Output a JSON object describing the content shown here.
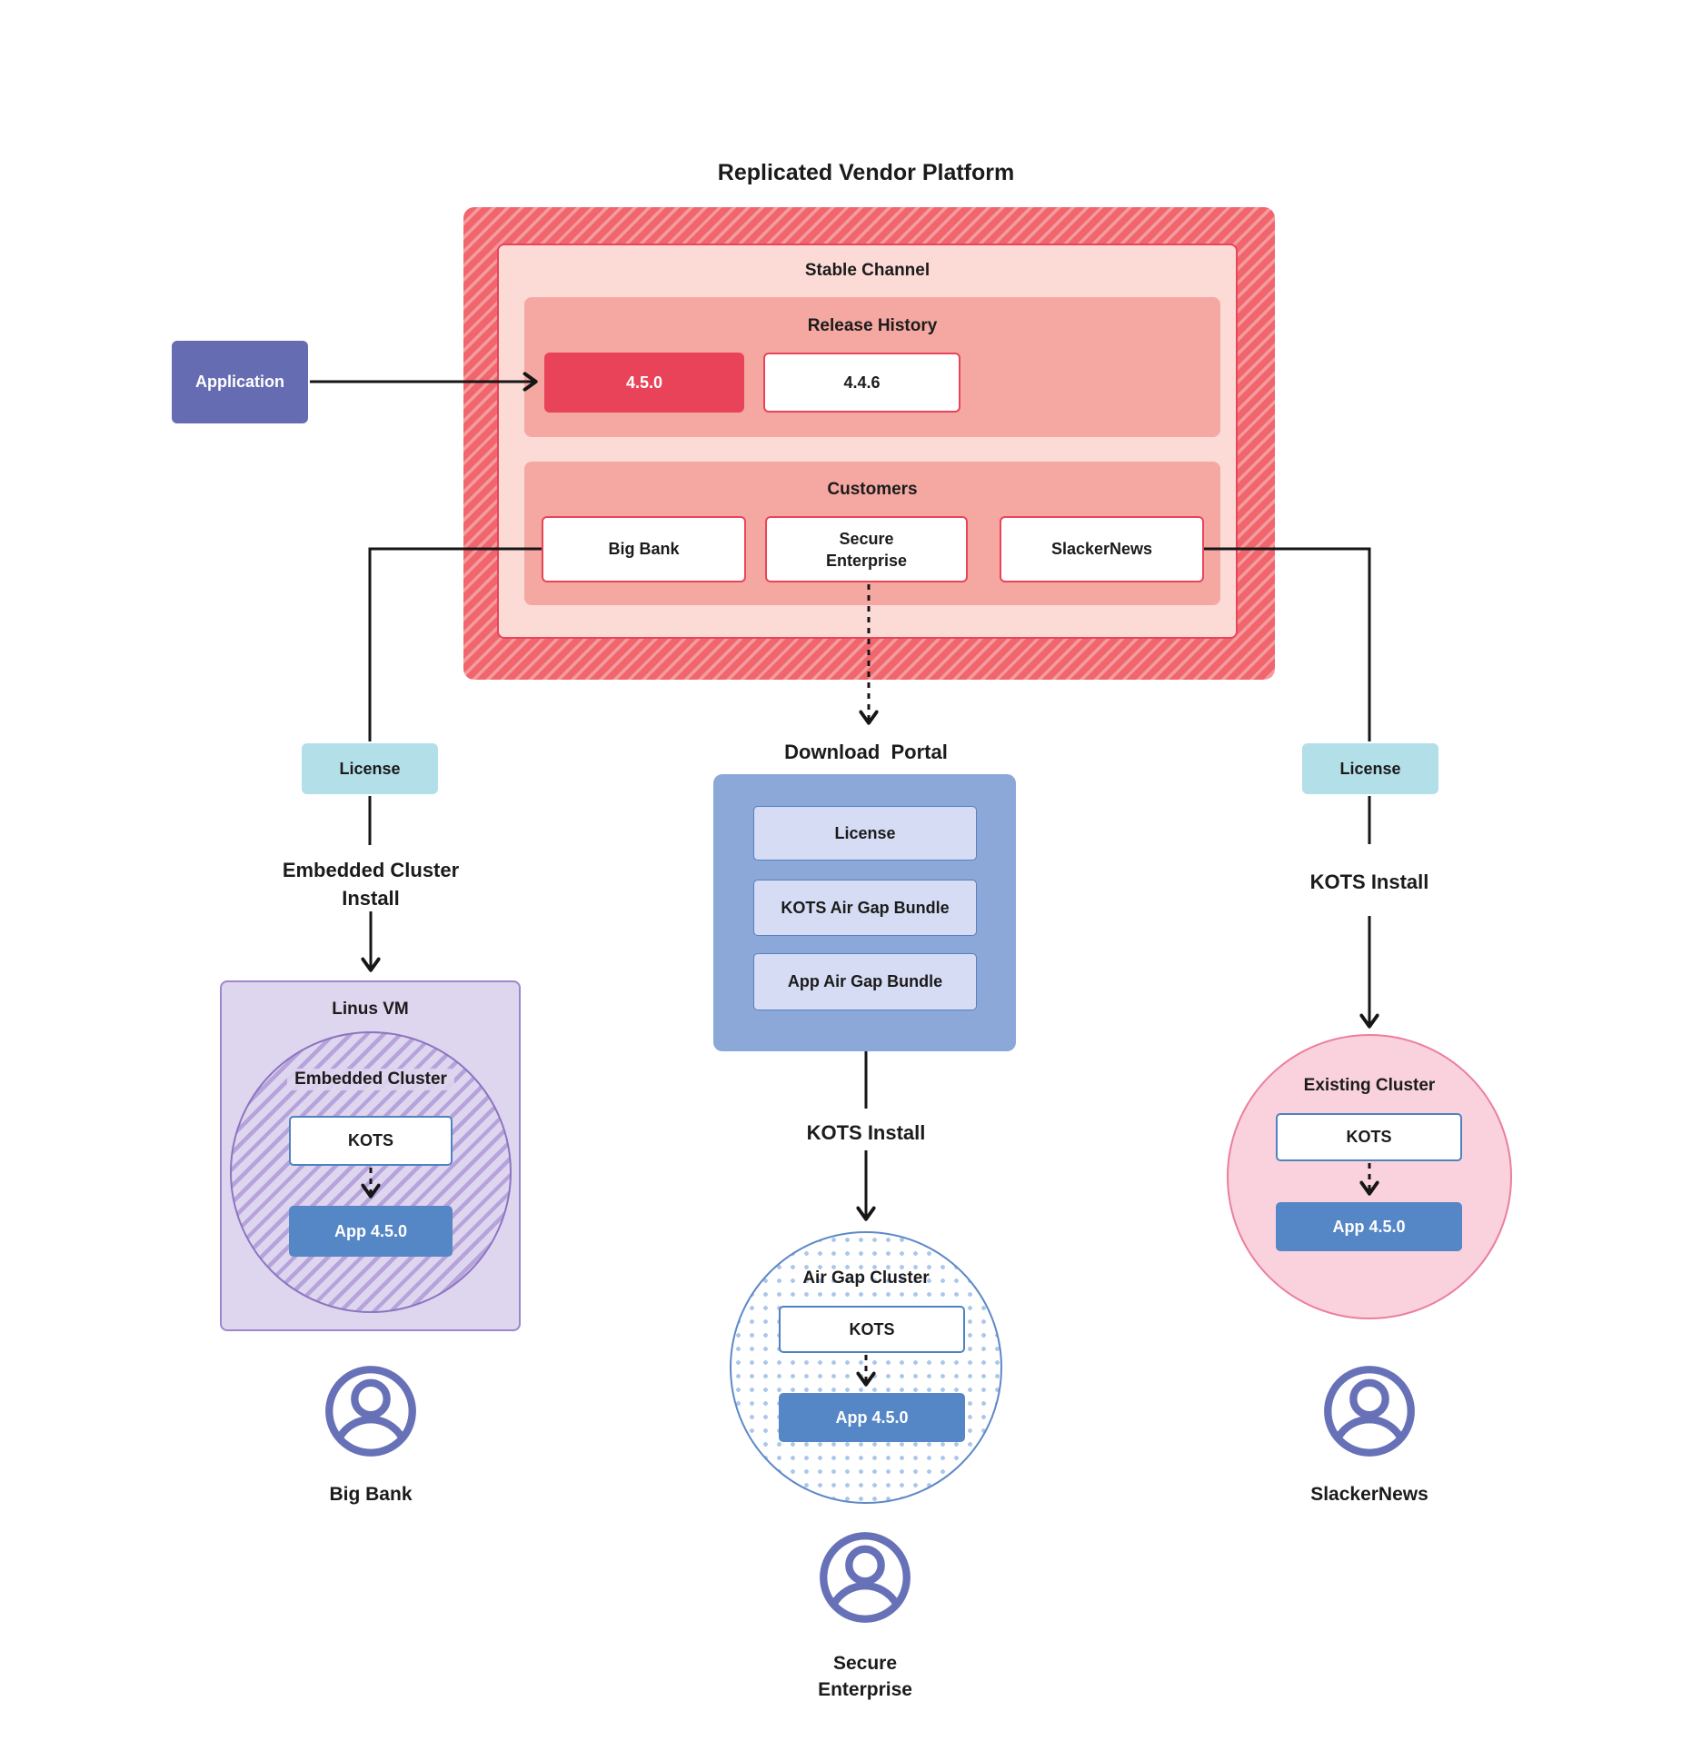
{
  "title": "Replicated Vendor Platform",
  "colors": {
    "accent_red": "#e8445a",
    "hatch_red_base": "#f0666c",
    "hatch_red_stripe": "#f59b9e",
    "panel_pink_light": "#fcdbd7",
    "panel_pink_mid": "#f5a8a1",
    "indigo": "#666cb2",
    "teal": "#b2dfe8",
    "lavender_panel": "#ded5ee",
    "purple_border": "#8d74c1",
    "portal_blue": "#8ba8d8",
    "bundle_blue_light": "#d6dcf3",
    "kots_border_blue": "#4f82c0",
    "app_blue": "#5586c5",
    "existing_pink_fill": "#f9d2de",
    "existing_pink_border": "#ec7e9d",
    "user_icon_purple": "#6771b7"
  },
  "platform": {
    "stable_channel_label": "Stable Channel",
    "release_history_label": "Release History",
    "releases": [
      {
        "version": "4.5.0"
      },
      {
        "version": "4.4.6"
      }
    ],
    "customers_label": "Customers",
    "customers": [
      {
        "name": "Big Bank"
      },
      {
        "name": "Secure\nEnterprise"
      },
      {
        "name": "SlackerNews"
      }
    ]
  },
  "application_label": "Application",
  "left_flow": {
    "license_label": "License",
    "install_label": "Embedded Cluster\nInstall",
    "vm_label": "Linus VM",
    "cluster_label": "Embedded Cluster",
    "kots_label": "KOTS",
    "app_label": "App 4.5.0",
    "user_label": "Big Bank"
  },
  "middle_flow": {
    "portal_title": "Download  Portal",
    "portal_items": [
      {
        "label": "License"
      },
      {
        "label": "KOTS Air Gap Bundle"
      },
      {
        "label": "App Air Gap Bundle"
      }
    ],
    "install_label": "KOTS Install",
    "cluster_label": "Air Gap Cluster",
    "kots_label": "KOTS",
    "app_label": "App 4.5.0",
    "user_label": "Secure\nEnterprise"
  },
  "right_flow": {
    "license_label": "License",
    "install_label": "KOTS Install",
    "cluster_label": "Existing Cluster",
    "kots_label": "KOTS",
    "app_label": "App 4.5.0",
    "user_label": "SlackerNews"
  }
}
